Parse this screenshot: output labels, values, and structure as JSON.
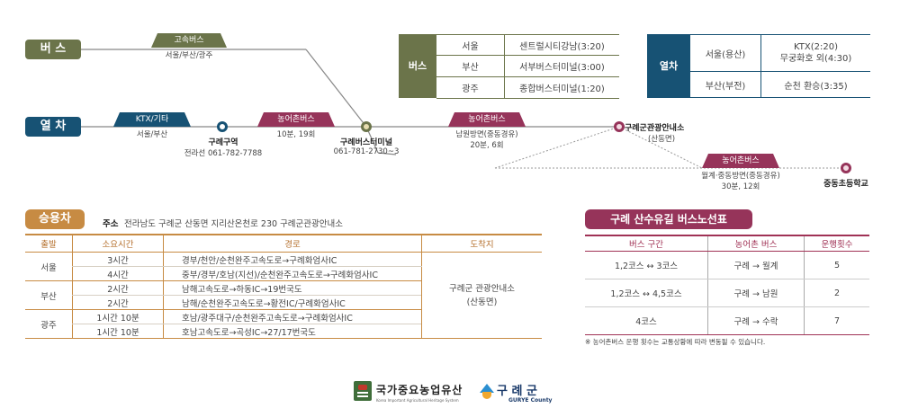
{
  "colors": {
    "bus": "#6b744a",
    "train": "#175274",
    "farm_bus": "#96345a",
    "car": "#c78b43",
    "tour_title": "#96345a"
  },
  "legend": {
    "bus": "버 스",
    "train": "열 차"
  },
  "express_bus": {
    "tag": "고속버스",
    "route": "서울/부산/광주"
  },
  "ktx": {
    "tag": "KTX/기타",
    "route": "서울/부산"
  },
  "stations": {
    "gurye_station": {
      "name": "구례구역",
      "sub": "전라선 061-782-7788"
    },
    "terminal": {
      "name": "구례버스터미널",
      "sub": "061-781-2730~3"
    },
    "tour_office": {
      "name": "구례군관광안내소",
      "sub": "(산동면)"
    },
    "school": {
      "name": "중동초등학교"
    }
  },
  "farm_bus_1": {
    "tag": "농어촌버스",
    "info": "10분, 19회"
  },
  "farm_bus_2": {
    "tag": "농어촌버스",
    "info1": "남원방면(중동경유)",
    "info2": "20분, 6회"
  },
  "farm_bus_3": {
    "tag": "농어촌버스",
    "info1": "월계·중동방면(중동경유)",
    "info2": "30분, 12회"
  },
  "bus_box": {
    "label": "버스",
    "rows": [
      {
        "city": "서울",
        "dest": "센트럴시티강남(3:20)"
      },
      {
        "city": "부산",
        "dest": "서부버스터미널(3:00)"
      },
      {
        "city": "광주",
        "dest": "종합버스터미널(1:20)"
      }
    ]
  },
  "train_box": {
    "label": "열차",
    "rows": [
      {
        "city": "서울(용산)",
        "dest1": "KTX(2:20)",
        "dest2": "무궁화호 외(4:30)"
      },
      {
        "city": "부산(부전)",
        "dest1": "순천 환승(3:35)",
        "dest2": ""
      }
    ]
  },
  "car": {
    "title": "승용차",
    "address_label": "주소",
    "address": "전라남도 구례군 산동면 지리산온천로 230 구례군관광안내소",
    "headers": [
      "출발",
      "소요시간",
      "경로",
      "도착지"
    ],
    "destination1": "구례군 관광안내소",
    "destination2": "(산동면)",
    "groups": [
      {
        "from": "서울",
        "rows": [
          {
            "time": "3시간",
            "path": "경부/천안/순천완주고속도로→구례화엄사IC"
          },
          {
            "time": "4시간",
            "path": "중부/경부/호남(지선)/순천완주고속도로→구례화엄사IC"
          }
        ]
      },
      {
        "from": "부산",
        "rows": [
          {
            "time": "2시간",
            "path": "남해고속도로→하동IC→19번국도"
          },
          {
            "time": "2시간",
            "path": "남해/순천완주고속도로→황전IC/구례화엄사IC"
          }
        ]
      },
      {
        "from": "광주",
        "rows": [
          {
            "time": "1시간 10분",
            "path": "호남/광주대구/순천완주고속도로→구례화엄사IC"
          },
          {
            "time": "1시간 10분",
            "path": "호남고속도로→곡성IC→27/17번국도"
          }
        ]
      }
    ]
  },
  "tour_bus": {
    "title": "구례 산수유길 버스노선표",
    "headers": [
      "버스 구간",
      "농어촌 버스",
      "운행횟수"
    ],
    "rows": [
      {
        "section": "1,2코스 ↔ 3코스",
        "bus": "구례 → 월계",
        "count": "5"
      },
      {
        "section": "1,2코스 ↔ 4,5코스",
        "bus": "구례 → 남원",
        "count": "2"
      },
      {
        "section": "4코스",
        "bus": "구례 → 수락",
        "count": "7"
      }
    ],
    "note": "※ 농어촌버스 운행 횟수는 교통상황에 따라 변동될 수 있습니다."
  },
  "footer": {
    "heritage_name": "국가중요농업유산",
    "heritage_sub": "Korea Important Agricultural Heritage System",
    "county_name": "구 례 군",
    "county_en": "GURYE County"
  }
}
